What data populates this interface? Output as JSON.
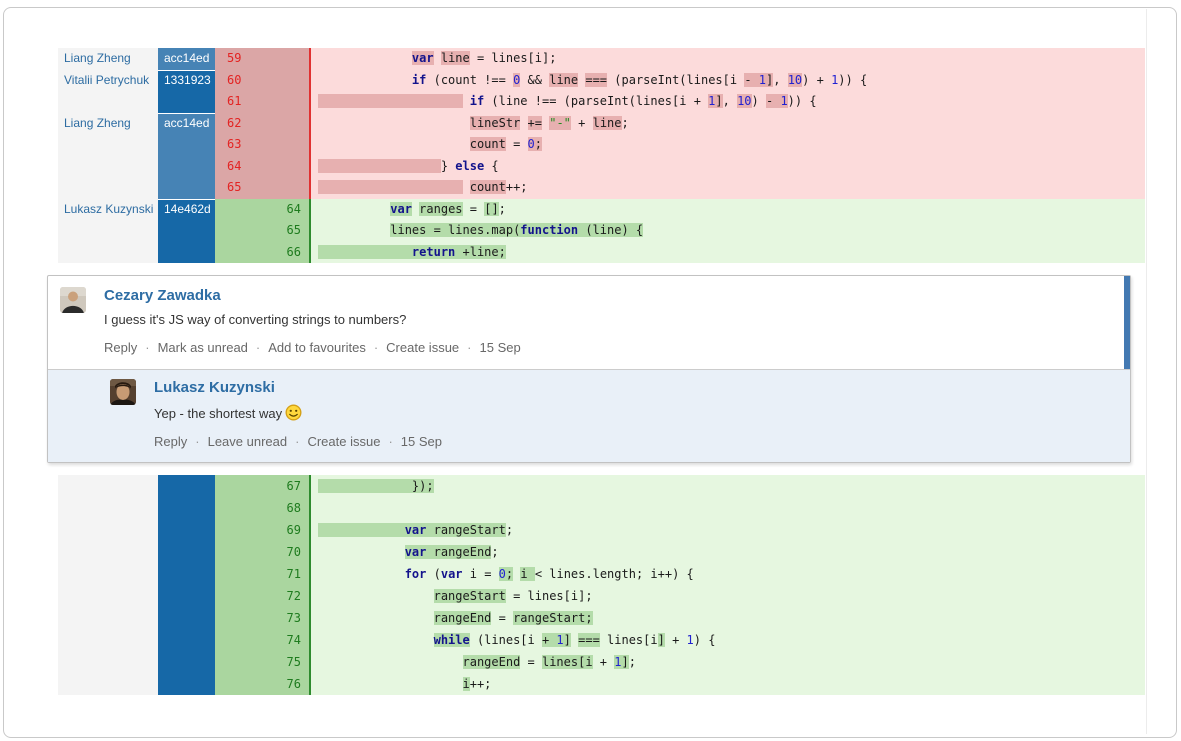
{
  "colors": {
    "link_blue": "#2e6da4",
    "commit_light_blue": "#4683b5",
    "commit_dark_blue": "#1668a7",
    "del_code_bg": "#fcdbdb",
    "del_highlight": "#e7b0b0",
    "del_linenum_bg": "#dba6a6",
    "del_accent_red": "#e03131",
    "add_code_bg": "#e6f7e0",
    "add_highlight": "#b4dcaa",
    "add_linenum_bg": "#aad69f",
    "add_accent_green": "#2e8b2e",
    "reply_bg": "#e9f0f8",
    "unread_bar_blue": "#4379b2"
  },
  "diff_top": {
    "rows": [
      {
        "type": "del",
        "old": "59",
        "author": "Liang Zheng",
        "commit": "acc14ed",
        "shade": "light",
        "group_start": true,
        "tokens": [
          [
            "",
            "             "
          ],
          [
            "hk",
            "var"
          ],
          [
            "",
            " "
          ],
          [
            "h",
            "line"
          ],
          [
            "",
            " = lines[i];"
          ]
        ]
      },
      {
        "type": "del",
        "old": "60",
        "author": "Vitalii Petrychuk",
        "commit": "1331923",
        "shade": "dark",
        "group_start": true,
        "tokens": [
          [
            "",
            "             "
          ],
          [
            "k",
            "if"
          ],
          [
            "",
            " (count !== "
          ],
          [
            "hn",
            "0"
          ],
          [
            "",
            " && "
          ],
          [
            "h",
            "line"
          ],
          [
            "",
            " "
          ],
          [
            "h",
            "==="
          ],
          [
            "",
            " (parseInt(lines[i "
          ],
          [
            "h",
            "- "
          ],
          [
            "hn",
            "1"
          ],
          [
            "h",
            "]"
          ],
          [
            "",
            ", "
          ],
          [
            "hn",
            "10"
          ],
          [
            "",
            ") + "
          ],
          [
            "n",
            "1"
          ],
          [
            "",
            ")) {"
          ]
        ]
      },
      {
        "type": "del",
        "old": "61",
        "shade": "dark",
        "tokens": [
          [
            "h",
            "                    "
          ],
          [
            "",
            " "
          ],
          [
            "k",
            "if"
          ],
          [
            "",
            " (line !== (parseInt(lines[i + "
          ],
          [
            "hn",
            "1"
          ],
          [
            "h",
            "]"
          ],
          [
            "",
            ", "
          ],
          [
            "hn",
            "10"
          ],
          [
            "",
            ") "
          ],
          [
            "h",
            "- "
          ],
          [
            "hn",
            "1"
          ],
          [
            "",
            ")) {"
          ]
        ]
      },
      {
        "type": "del",
        "old": "62",
        "author": "Liang Zheng",
        "commit": "acc14ed",
        "shade": "light",
        "group_start": true,
        "tokens": [
          [
            "",
            "                     "
          ],
          [
            "h",
            "lineStr"
          ],
          [
            "",
            " "
          ],
          [
            "h",
            "+="
          ],
          [
            "",
            " "
          ],
          [
            "hs",
            "\"-\""
          ],
          [
            "",
            " + "
          ],
          [
            "h",
            "line"
          ],
          [
            "",
            ";"
          ]
        ]
      },
      {
        "type": "del",
        "old": "63",
        "shade": "light",
        "tokens": [
          [
            "",
            "                     "
          ],
          [
            "h",
            "count"
          ],
          [
            "",
            " = "
          ],
          [
            "hn",
            "0"
          ],
          [
            "h",
            ";"
          ]
        ]
      },
      {
        "type": "del",
        "old": "64",
        "shade": "light",
        "tokens": [
          [
            "h",
            "                 "
          ],
          [
            "",
            "} "
          ],
          [
            "k",
            "else"
          ],
          [
            "",
            " {"
          ]
        ]
      },
      {
        "type": "del",
        "old": "65",
        "shade": "light",
        "tokens": [
          [
            "h",
            "                    "
          ],
          [
            "",
            " "
          ],
          [
            "h",
            "count"
          ],
          [
            "",
            "++;"
          ]
        ]
      },
      {
        "type": "add",
        "new": "64",
        "author": "Lukasz Kuzynski",
        "commit": "14e462d",
        "shade": "dark",
        "group_start": true,
        "tokens": [
          [
            "",
            "          "
          ],
          [
            "hk",
            "var"
          ],
          [
            "",
            " "
          ],
          [
            "h",
            "ranges"
          ],
          [
            "",
            " = "
          ],
          [
            "h",
            "[]"
          ],
          [
            "",
            ";"
          ]
        ]
      },
      {
        "type": "add",
        "new": "65",
        "shade": "dark",
        "tokens": [
          [
            "",
            "          "
          ],
          [
            "h",
            "lines = lines.map("
          ],
          [
            "hk",
            "function"
          ],
          [
            "h",
            " (line) {"
          ]
        ]
      },
      {
        "type": "add",
        "new": "66",
        "shade": "dark",
        "tokens": [
          [
            "h",
            "             "
          ],
          [
            "hk",
            "return"
          ],
          [
            "h",
            " +line;"
          ]
        ]
      }
    ]
  },
  "diff_bottom": {
    "rows": [
      {
        "type": "add",
        "new": "67",
        "shade": "dark",
        "tokens": [
          [
            "h",
            "             });"
          ]
        ]
      },
      {
        "type": "add",
        "new": "68",
        "shade": "dark",
        "tokens": []
      },
      {
        "type": "add",
        "new": "69",
        "shade": "dark",
        "tokens": [
          [
            "h",
            "            "
          ],
          [
            "hk",
            "var"
          ],
          [
            "h",
            " rangeStart"
          ],
          [
            "",
            ";"
          ]
        ]
      },
      {
        "type": "add",
        "new": "70",
        "shade": "dark",
        "tokens": [
          [
            "",
            "            "
          ],
          [
            "hk",
            "var"
          ],
          [
            "h",
            " rangeEnd"
          ],
          [
            "",
            ";"
          ]
        ]
      },
      {
        "type": "add",
        "new": "71",
        "shade": "dark",
        "tokens": [
          [
            "",
            "            "
          ],
          [
            "k",
            "for"
          ],
          [
            "",
            " ("
          ],
          [
            "k",
            "var"
          ],
          [
            "",
            " i = "
          ],
          [
            "hn",
            "0"
          ],
          [
            "h",
            ";"
          ],
          [
            "",
            " "
          ],
          [
            "h",
            "i "
          ],
          [
            "",
            "< lines.length; i++) {"
          ]
        ]
      },
      {
        "type": "add",
        "new": "72",
        "shade": "dark",
        "tokens": [
          [
            "",
            "                "
          ],
          [
            "h",
            "rangeStart"
          ],
          [
            "",
            " = lines[i];"
          ]
        ]
      },
      {
        "type": "add",
        "new": "73",
        "shade": "dark",
        "tokens": [
          [
            "",
            "                "
          ],
          [
            "h",
            "rangeEnd"
          ],
          [
            "",
            " = "
          ],
          [
            "h",
            "rangeStart;"
          ]
        ]
      },
      {
        "type": "add",
        "new": "74",
        "shade": "dark",
        "tokens": [
          [
            "",
            "                "
          ],
          [
            "hk",
            "while"
          ],
          [
            "",
            " (lines[i "
          ],
          [
            "h",
            "+ "
          ],
          [
            "hn",
            "1"
          ],
          [
            "h",
            "]"
          ],
          [
            "",
            " "
          ],
          [
            "h",
            "==="
          ],
          [
            "",
            " lines[i"
          ],
          [
            "h",
            "]"
          ],
          [
            "",
            " + "
          ],
          [
            "n",
            "1"
          ],
          [
            "",
            ") {"
          ]
        ]
      },
      {
        "type": "add",
        "new": "75",
        "shade": "dark",
        "tokens": [
          [
            "",
            "                    "
          ],
          [
            "h",
            "rangeEnd"
          ],
          [
            "",
            " = "
          ],
          [
            "h",
            "lines[i"
          ],
          [
            "",
            " + "
          ],
          [
            "hn",
            "1"
          ],
          [
            "h",
            "]"
          ],
          [
            "",
            ";"
          ]
        ]
      },
      {
        "type": "add",
        "new": "76",
        "shade": "dark",
        "tokens": [
          [
            "",
            "                    "
          ],
          [
            "h",
            "i"
          ],
          [
            "",
            "++;"
          ]
        ]
      }
    ]
  },
  "comments": {
    "main": {
      "name": "Cezary Zawadka",
      "body": "I guess it's JS way of converting strings to numbers?",
      "actions": [
        "Reply",
        "Mark as unread",
        "Add to favourites",
        "Create issue"
      ],
      "date": "15 Sep"
    },
    "reply": {
      "name": "Lukasz Kuzynski",
      "body": "Yep - the shortest way",
      "emoji": "smiley-face",
      "actions": [
        "Reply",
        "Leave unread",
        "Create issue"
      ],
      "date": "15 Sep"
    }
  }
}
